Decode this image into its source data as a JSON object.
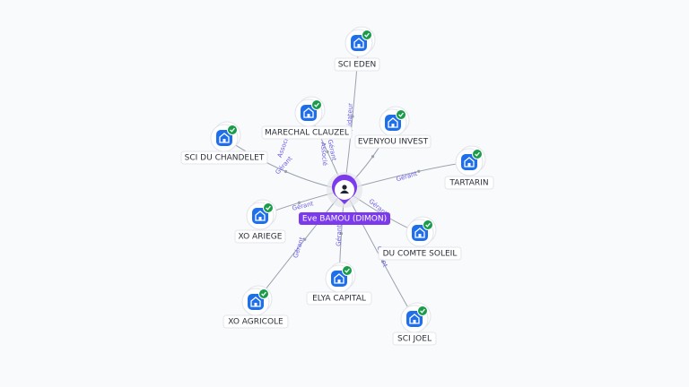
{
  "colors": {
    "company_blue": "#1f6feb",
    "badge_green": "#1a9c4b",
    "center_purple": "#7c3aed",
    "edge_label": "#6b5ee8"
  },
  "center": {
    "name": "Eve BAMOU (DIMON)",
    "icon": "person-icon"
  },
  "companies": [
    {
      "name": "SCI EDEN",
      "icon": "building-icon",
      "badge": "check-badge-icon",
      "relations": [
        "Liquidateur"
      ]
    },
    {
      "name": "MARECHAL CLAUZEL",
      "icon": "building-icon",
      "badge": "check-badge-icon",
      "relations": [
        "Gérant",
        "Associé"
      ]
    },
    {
      "name": "EVENYOU INVEST",
      "icon": "building-icon",
      "badge": "check-badge-icon",
      "relations": []
    },
    {
      "name": "SCI DU CHANDELET",
      "icon": "building-icon",
      "badge": "check-badge-icon",
      "relations": [
        "Gérant",
        "Associé"
      ]
    },
    {
      "name": "TARTARIN",
      "icon": "building-icon",
      "badge": "check-badge-icon",
      "relations": [
        "Gérant"
      ]
    },
    {
      "name": "XO ARIEGE",
      "icon": "building-icon",
      "badge": "check-badge-icon",
      "relations": [
        "Gérant"
      ]
    },
    {
      "name": "DU COMTE SOLEIL",
      "icon": "building-icon",
      "badge": "check-badge-icon",
      "relations": [
        "Gérant"
      ]
    },
    {
      "name": "XO AGRICOLE",
      "icon": "building-icon",
      "badge": "check-badge-icon",
      "relations": [
        "Gérant"
      ]
    },
    {
      "name": "ELYA CAPITAL",
      "icon": "building-icon",
      "badge": "check-badge-icon",
      "relations": [
        "Gérant"
      ]
    },
    {
      "name": "SCI JOEL",
      "icon": "building-icon",
      "badge": "check-badge-icon",
      "relations": [
        "Gérant"
      ]
    }
  ]
}
